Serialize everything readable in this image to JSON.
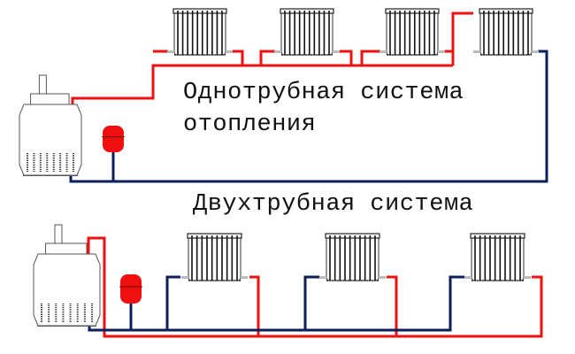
{
  "labels": {
    "single_pipe_line1": "Однотрубная система",
    "single_pipe_line2": "отопления",
    "two_pipe": "Двухтрубная система"
  },
  "colors": {
    "supply": "#ee1111",
    "return": "#0a1f5c",
    "outline": "#555555"
  }
}
